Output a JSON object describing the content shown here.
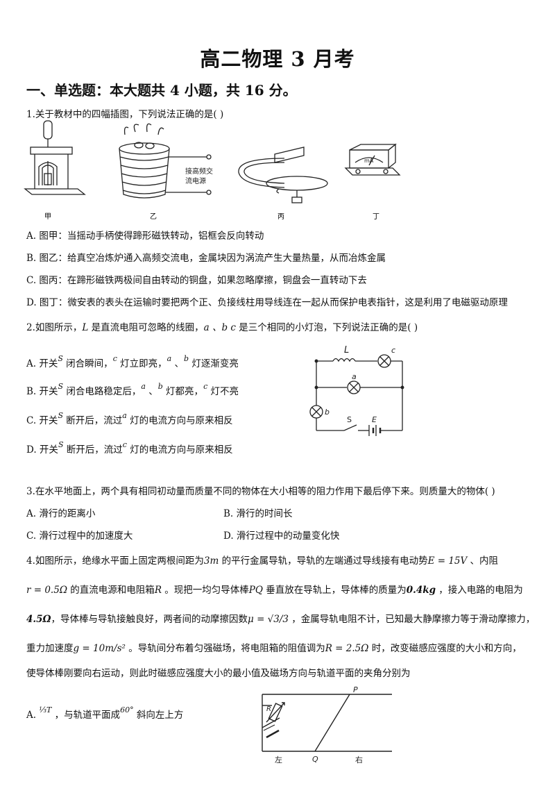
{
  "title": "高二物理 3 月考",
  "section": "一、单选题：本大题共 4 小题，共 16 分。",
  "q1": {
    "stem": "1.关于教材中的四幅插图，下列说法正确的是(   )",
    "captions": [
      "甲",
      "乙",
      "丙",
      "丁"
    ],
    "figure_label": "接高频交\n流电源",
    "label_line1": "接高频交",
    "label_line2": "流电源",
    "meter_label": "mA",
    "options": [
      "A.  图甲：当摇动手柄使得蹄形磁铁转动，铝框会反向转动",
      "B.  图乙：给真空冶炼炉通入高频交流电，金属块因为涡流产生大量热量，从而冶炼金属",
      "C.  图丙：在蹄形磁铁两极间自由转动的铜盘，如果忽略摩擦，铜盘会一直转动下去",
      "D.  图丁：微安表的表头在运输时要把两个正、负接线柱用导线连在一起从而保护电表指针，这是利用了电磁驱动原理"
    ]
  },
  "q2": {
    "stem_a": "2.如图所示，",
    "stem_L": "L",
    "stem_b": " 是直流电阻可忽略的线圈，",
    "stem_abc": "a 、b   c",
    "stem_c": "    是三个相同的小灯泡，下列说法正确的是(   )",
    "optA": {
      "a": "A.  开关",
      "s": "S",
      "b": " 闭合瞬间，",
      "c1": "c",
      "d": "  灯立即亮，",
      "e": "a",
      "f": "  、",
      "g": "b",
      "h": "   灯逐渐变亮"
    },
    "optB": {
      "a": "B.  开关",
      "s": "S",
      "b": " 闭合电路稳定后，",
      "e": "a",
      "f": "  、",
      "g": "b",
      "h": "  灯都亮，",
      "c1": "c",
      "d": "   灯不亮"
    },
    "optC": {
      "a": "C.  开关",
      "s": "S",
      "b": " 断开后，流过",
      "x": "a",
      "d": " 灯的电流方向与原来相反"
    },
    "optD": {
      "a": "D.  开关",
      "s": "S",
      "b": " 断开后，流过",
      "x": "c",
      "d": " 灯的电流方向与原来相反"
    },
    "circuit": {
      "L": "L",
      "a": "a",
      "b": "b",
      "c": "c",
      "S": "S",
      "E": "E"
    }
  },
  "q3": {
    "stem": "3.在水平地面上，两个具有相同初动量而质量不同的物体在大小相等的阻力作用下最后停下来。则质量大的物体(   )",
    "options": [
      "A.  滑行的距离小",
      "B.  滑行的时间长",
      "C.  滑行过程中的加速度大",
      "D.  滑行过程中的动量变化快"
    ]
  },
  "q4": {
    "l1a": "4.如图所示，绝缘水平面上固定两根间距为",
    "l1m": "3m",
    "l1b": " 的平行金属导轨，导轨的左端通过导线接有电动势",
    "l1E": "E = 15V",
    "l1c": "  、内阻",
    "l2r": "r = 0.5Ω",
    "l2a": " 的直流电源和电阻箱",
    "l2R": "R",
    "l2b": " 。现把一均匀导体棒",
    "l2PQ": "PQ",
    "l2c": "  垂直放在导轨上，导体棒的质量为",
    "l2m": "0.4kg",
    "l2d": "  ，接入电路的电阻为",
    "l3a": "4.5Ω",
    "l3b": "，导体棒与导轨接触良好，两者间的动摩擦因数",
    "l3mu": "μ = √3/3",
    "l3c": "  ，金属导轨电阻不计，已知最大静摩擦力等于滑动摩擦力，",
    "l4a": "重力加速度",
    "l4g": "g = 10m/s²",
    "l4b": " 。导轨间分布着匀强磁场，将电阻箱的阻值调为",
    "l4R": "R = 2.5Ω",
    "l4c": "  时，改变磁感应强度的大小和方向，",
    "l5": "使导体棒刚要向右运动，则此时磁感应强度大小的最小值及磁场方向与轨道平面的夹角分别为",
    "optA": {
      "a": "A.",
      "t": "⅓T",
      "b": "  ，与轨道平面成",
      "ang": "60°",
      "c": " 斜向左上方"
    },
    "figure": {
      "P": "P",
      "Q": "Q",
      "left": "左",
      "right": "右",
      "R": "R"
    }
  }
}
